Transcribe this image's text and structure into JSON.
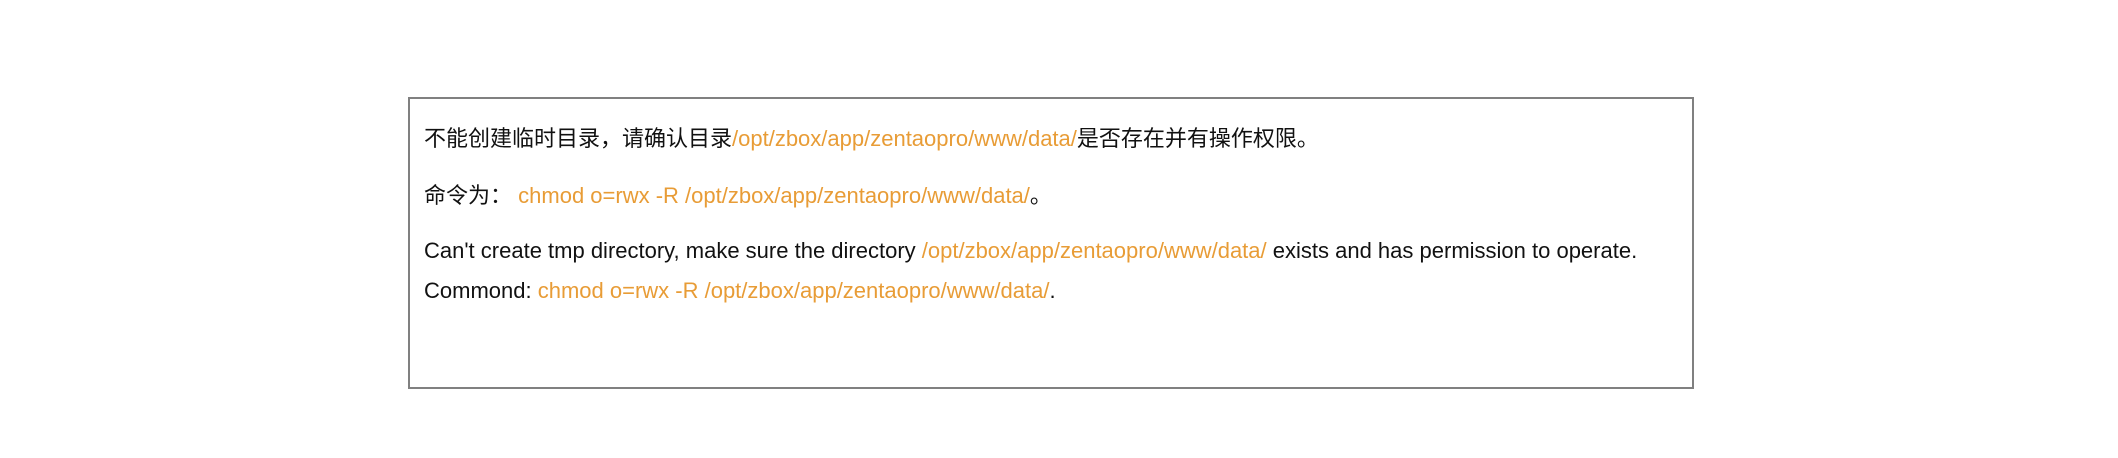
{
  "message": {
    "zh_line1": {
      "before": "不能创建临时目录，请确认目录",
      "path": "/opt/zbox/app/zentaopro/www/data/",
      "after": "是否存在并有操作权限。"
    },
    "zh_line2": {
      "label": "命令为：",
      "command": "chmod o=rwx -R /opt/zbox/app/zentaopro/www/data/",
      "after": "。"
    },
    "en_line1": {
      "before": "Can't create tmp directory, make sure the directory ",
      "path": "/opt/zbox/app/zentaopro/www/data/",
      "after": " exists and has permission to operate."
    },
    "en_line2": {
      "label": "Commond: ",
      "command": "chmod o=rwx -R /opt/zbox/app/zentaopro/www/data/",
      "after": "."
    }
  },
  "colors": {
    "highlight": "#e89c36",
    "border": "#808080"
  }
}
